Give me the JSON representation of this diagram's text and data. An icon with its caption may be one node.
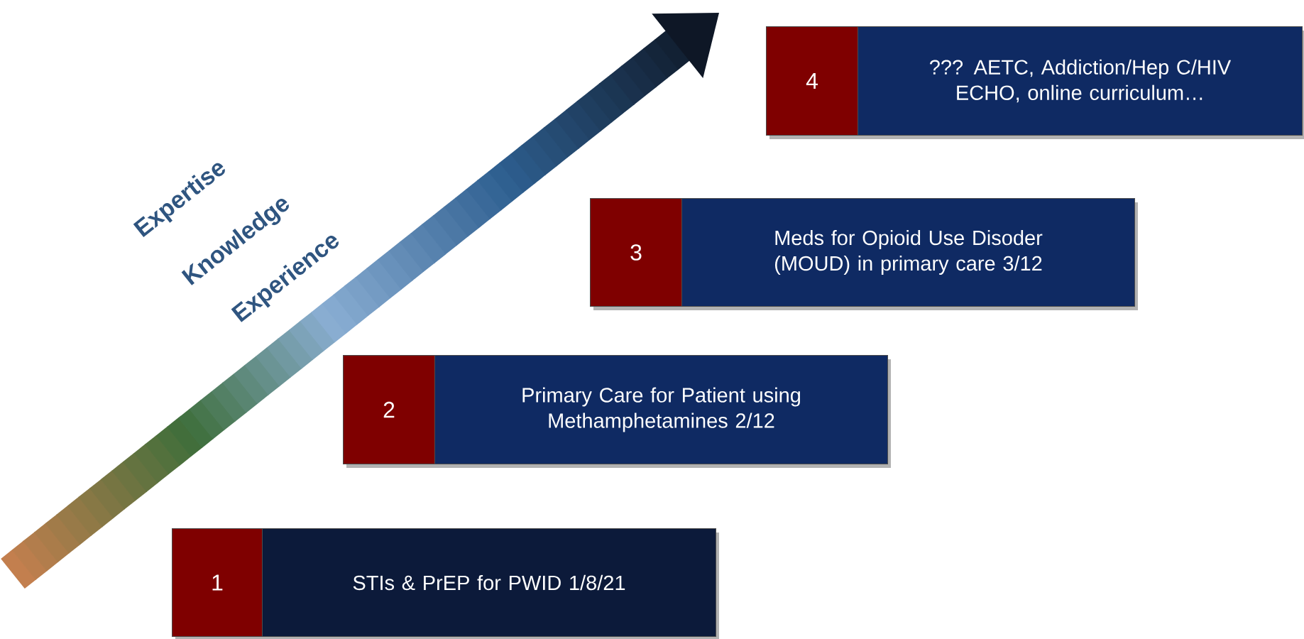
{
  "diagram": {
    "nodes": [
      {
        "text": [
          "1"
        ]
      },
      {
        "text": [
          "STIs & PrEP for PWID 1/8/21"
        ]
      },
      {
        "text": [
          "2"
        ]
      },
      {
        "text": [
          "Primary Care for  Patient using Methamphetamines 2/12"
        ]
      },
      {
        "text": [
          "3"
        ]
      },
      {
        "text": [
          "Meds for Opioid Use Disoder (MOUD) in primary care 3/12"
        ]
      },
      {
        "text": [
          "4"
        ]
      },
      {
        "text": [
          "??? AETC, Addiction/Hep C/HIV ECHO, online curriculum…"
        ]
      }
    ],
    "labels": [
      "Expertise",
      "Knowledge",
      "Experience"
    ]
  }
}
